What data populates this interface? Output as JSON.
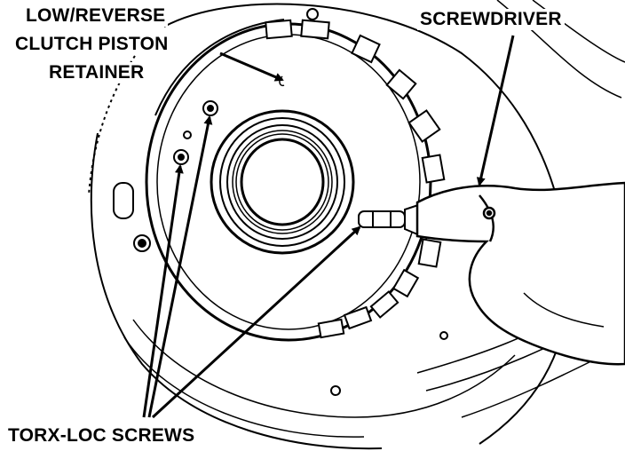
{
  "labels": {
    "retainer_line1": "LOW/REVERSE",
    "retainer_line2": "CLUTCH PISTON",
    "retainer_line3": "RETAINER",
    "screwdriver": "SCREWDRIVER",
    "screws": "TORX-LOC SCREWS"
  },
  "colors": {
    "ink": "#000000",
    "paper": "#ffffff"
  }
}
